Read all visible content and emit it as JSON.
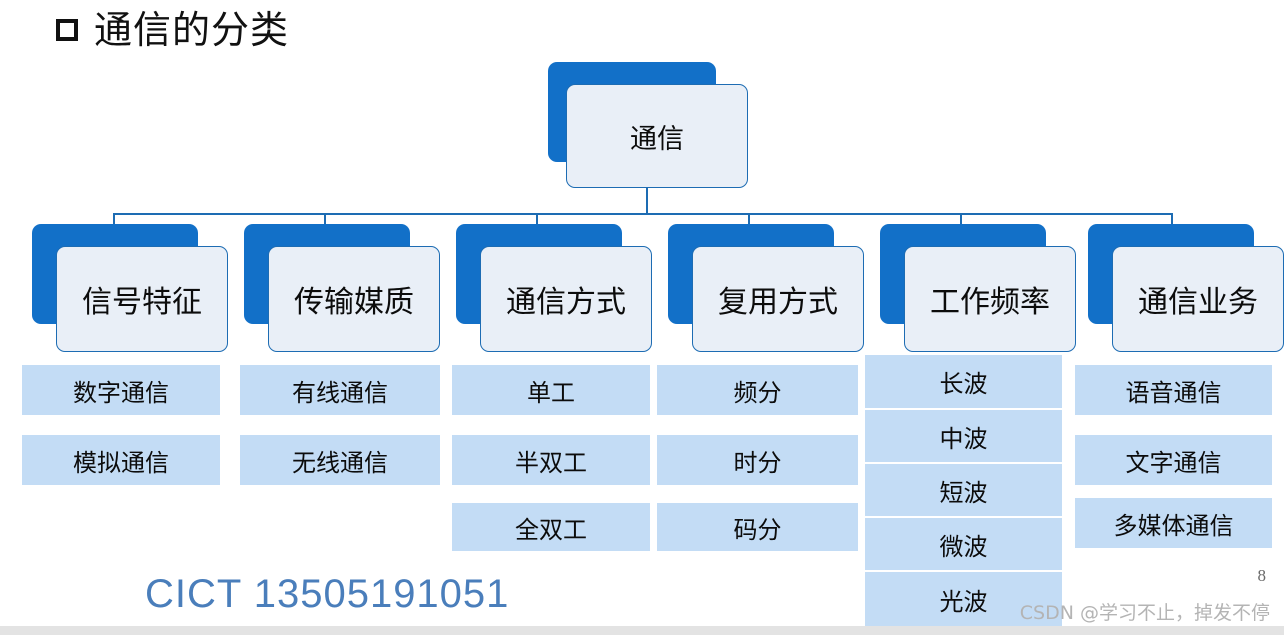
{
  "slide": {
    "title": "通信的分类",
    "bullet_icon": "square-bullet-icon",
    "page_number": "8",
    "footer_note": "CICT 13505191051",
    "watermark": "CSDN @学习不止，掉发不停"
  },
  "colors": {
    "card_back_blue": "#1270c8",
    "card_front_fill": "#e9eff7",
    "card_border": "#1d6cb3",
    "leaf_fill": "#c3dcf5",
    "connector": "#1d6cb3",
    "footer_blue": "#4a7ebb",
    "watermark_gray": "#b4b4b4"
  },
  "diagram": {
    "root": {
      "label": "通信"
    },
    "branches": [
      {
        "label": "信号特征",
        "leaves": [
          "数字通信",
          "模拟通信"
        ]
      },
      {
        "label": "传输媒质",
        "leaves": [
          "有线通信",
          "无线通信"
        ]
      },
      {
        "label": "通信方式",
        "leaves": [
          "单工",
          "半双工",
          "全双工"
        ]
      },
      {
        "label": "复用方式",
        "leaves": [
          "频分",
          "时分",
          "码分"
        ]
      },
      {
        "label": "工作频率",
        "leaves": [
          "长波",
          "中波",
          "短波",
          "微波",
          "光波"
        ]
      },
      {
        "label": "通信业务",
        "leaves": [
          "语音通信",
          "文字通信",
          "多媒体通信"
        ]
      }
    ]
  }
}
